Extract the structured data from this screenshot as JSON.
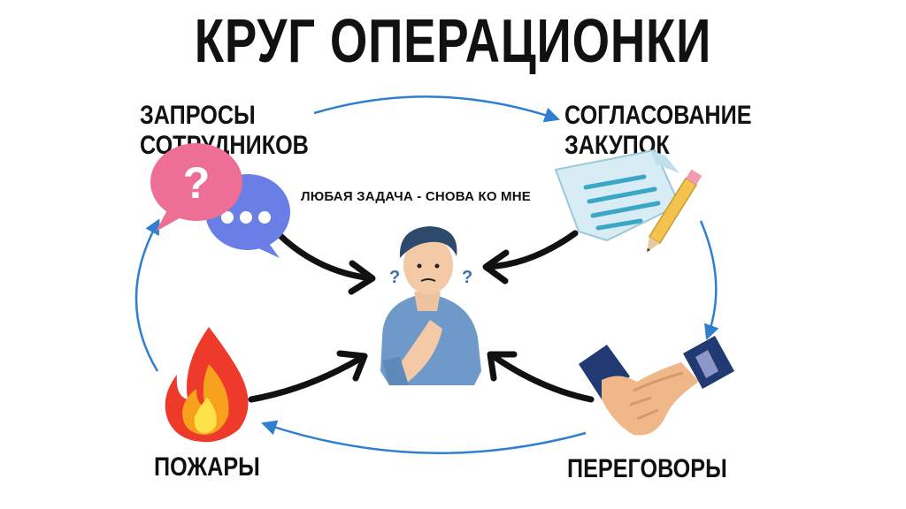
{
  "title": "КРУГ ОПЕРАЦИОНКИ",
  "center_note": "ЛЮБАЯ ЗАДАЧА - СНОВА КО МНЕ",
  "nodes": {
    "requests": {
      "line1": "ЗАПРОСЫ",
      "line2": "СОТРУДНИКОВ",
      "icon": "speech-bubbles-icon"
    },
    "procurement": {
      "line1": "СОГЛАСОВАНИЕ",
      "line2": "ЗАКУПОК",
      "icon": "document-pencil-icon"
    },
    "negotiations": {
      "label": "ПЕРЕГОВОРЫ",
      "icon": "handshake-icon"
    },
    "fires": {
      "label": "ПОЖАРЫ",
      "icon": "fire-icon"
    }
  },
  "center_icon": "thinking-person-icon",
  "colors": {
    "cycle_arrow": "#2f7fd1",
    "center_arrow": "#111111",
    "pink_bubble": "#ee6f95",
    "blue_bubble": "#6a7ee6"
  }
}
